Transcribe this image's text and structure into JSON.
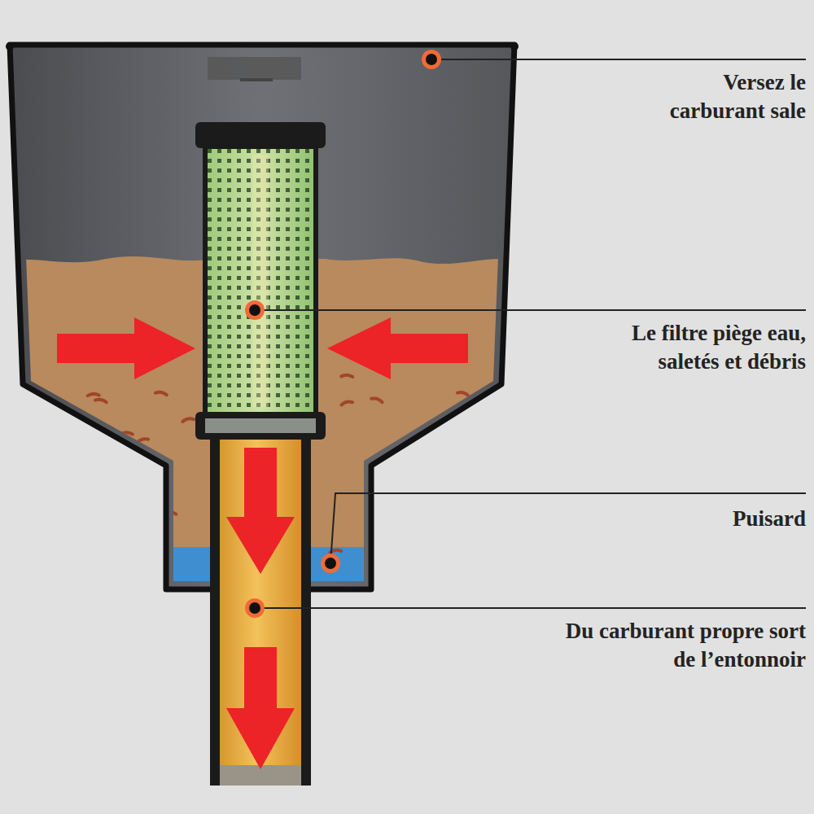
{
  "diagram": {
    "labels": [
      "Versez le carburant sale",
      "Le filtre piège eau, saletés et débris",
      "Puisard",
      "Du carburant propre sort de l’entonnoir"
    ]
  }
}
